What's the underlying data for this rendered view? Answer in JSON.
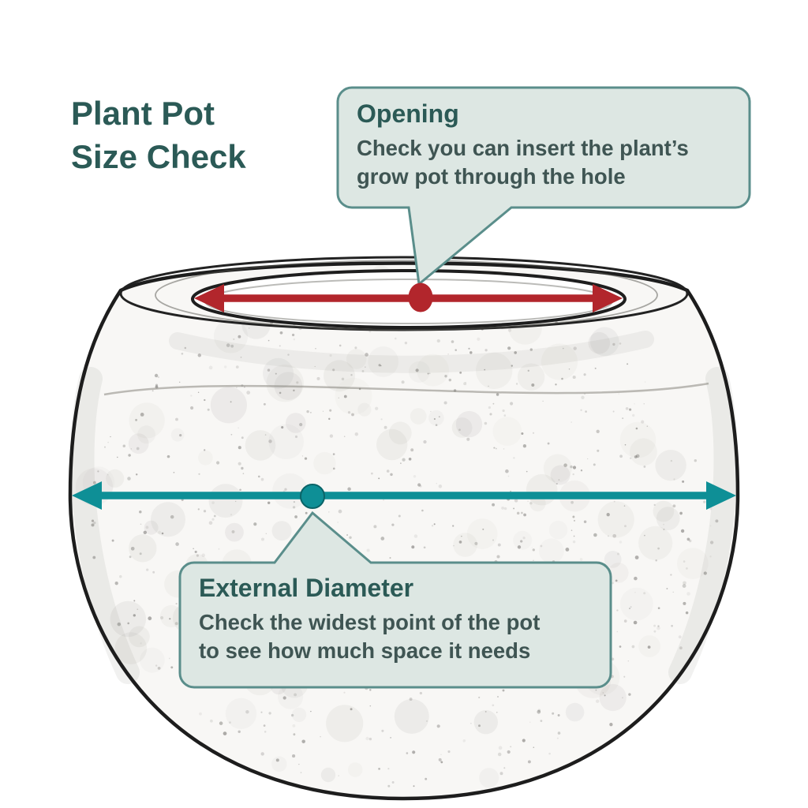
{
  "title": {
    "lines": [
      "Plant Pot",
      "Size Check"
    ]
  },
  "callouts": {
    "opening": {
      "title": "Opening",
      "body": [
        "Check you can insert the plant’s",
        "grow pot through the hole"
      ]
    },
    "external": {
      "title": "External Diameter",
      "body": [
        "Check the widest point of the pot",
        "to see how much space it needs"
      ]
    }
  },
  "icons": {
    "opening_marker": "double-headed-arrow",
    "external_marker": "double-headed-arrow"
  },
  "colors": {
    "background": "#ffffff",
    "heading_teal": "#2b5a56",
    "callout_fill": "#dde7e3",
    "callout_border": "#5a8e8b",
    "callout_body_text": "#3f5553",
    "opening_arrow_red": "#b2262c",
    "external_arrow_teal": "#0e8f96",
    "pot_outline": "#1d1d1d"
  }
}
